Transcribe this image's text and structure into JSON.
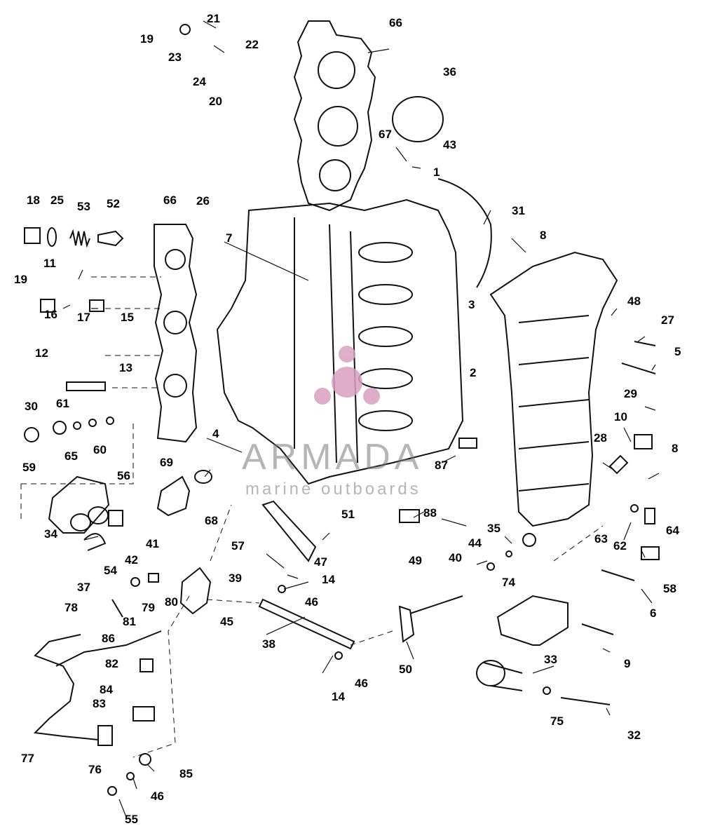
{
  "watermark": {
    "brand": "ARMADA",
    "tagline": "marine outboards",
    "logo_color": "#d9a0c0"
  },
  "callouts": [
    {
      "id": "66a",
      "text": "66"
    },
    {
      "id": "21",
      "text": "21"
    },
    {
      "id": "19a",
      "text": "19"
    },
    {
      "id": "22",
      "text": "22"
    },
    {
      "id": "23",
      "text": "23"
    },
    {
      "id": "24",
      "text": "24"
    },
    {
      "id": "20",
      "text": "20"
    },
    {
      "id": "36",
      "text": "36"
    },
    {
      "id": "67",
      "text": "67"
    },
    {
      "id": "43",
      "text": "43"
    },
    {
      "id": "1",
      "text": "1"
    },
    {
      "id": "18",
      "text": "18"
    },
    {
      "id": "25",
      "text": "25"
    },
    {
      "id": "53",
      "text": "53"
    },
    {
      "id": "52",
      "text": "52"
    },
    {
      "id": "66b",
      "text": "66"
    },
    {
      "id": "26",
      "text": "26"
    },
    {
      "id": "31",
      "text": "31"
    },
    {
      "id": "7",
      "text": "7"
    },
    {
      "id": "8a",
      "text": "8"
    },
    {
      "id": "11",
      "text": "11"
    },
    {
      "id": "19b",
      "text": "19"
    },
    {
      "id": "16",
      "text": "16"
    },
    {
      "id": "17",
      "text": "17"
    },
    {
      "id": "15",
      "text": "15"
    },
    {
      "id": "3",
      "text": "3"
    },
    {
      "id": "48",
      "text": "48"
    },
    {
      "id": "27",
      "text": "27"
    },
    {
      "id": "12",
      "text": "12"
    },
    {
      "id": "2",
      "text": "2"
    },
    {
      "id": "5",
      "text": "5"
    },
    {
      "id": "13",
      "text": "13"
    },
    {
      "id": "30",
      "text": "30"
    },
    {
      "id": "61",
      "text": "61"
    },
    {
      "id": "29",
      "text": "29"
    },
    {
      "id": "10",
      "text": "10"
    },
    {
      "id": "59",
      "text": "59"
    },
    {
      "id": "65",
      "text": "65"
    },
    {
      "id": "60",
      "text": "60"
    },
    {
      "id": "4",
      "text": "4"
    },
    {
      "id": "28",
      "text": "28"
    },
    {
      "id": "8b",
      "text": "8"
    },
    {
      "id": "69",
      "text": "69"
    },
    {
      "id": "87",
      "text": "87"
    },
    {
      "id": "56",
      "text": "56"
    },
    {
      "id": "68",
      "text": "68"
    },
    {
      "id": "88",
      "text": "88"
    },
    {
      "id": "41",
      "text": "41"
    },
    {
      "id": "51",
      "text": "51"
    },
    {
      "id": "35",
      "text": "35"
    },
    {
      "id": "63",
      "text": "63"
    },
    {
      "id": "62",
      "text": "62"
    },
    {
      "id": "64",
      "text": "64"
    },
    {
      "id": "34",
      "text": "34"
    },
    {
      "id": "57",
      "text": "57"
    },
    {
      "id": "44",
      "text": "44"
    },
    {
      "id": "42",
      "text": "42"
    },
    {
      "id": "47",
      "text": "47"
    },
    {
      "id": "49",
      "text": "49"
    },
    {
      "id": "40",
      "text": "40"
    },
    {
      "id": "54",
      "text": "54"
    },
    {
      "id": "39",
      "text": "39"
    },
    {
      "id": "14a",
      "text": "14"
    },
    {
      "id": "58",
      "text": "58"
    },
    {
      "id": "37",
      "text": "37"
    },
    {
      "id": "80",
      "text": "80"
    },
    {
      "id": "74",
      "text": "74"
    },
    {
      "id": "6",
      "text": "6"
    },
    {
      "id": "78",
      "text": "78"
    },
    {
      "id": "79",
      "text": "79"
    },
    {
      "id": "46a",
      "text": "46"
    },
    {
      "id": "81",
      "text": "81"
    },
    {
      "id": "45",
      "text": "45"
    },
    {
      "id": "86",
      "text": "86"
    },
    {
      "id": "38",
      "text": "38"
    },
    {
      "id": "9",
      "text": "9"
    },
    {
      "id": "82",
      "text": "82"
    },
    {
      "id": "33",
      "text": "33"
    },
    {
      "id": "50",
      "text": "50"
    },
    {
      "id": "46b",
      "text": "46"
    },
    {
      "id": "84",
      "text": "84"
    },
    {
      "id": "14b",
      "text": "14"
    },
    {
      "id": "75",
      "text": "75"
    },
    {
      "id": "83",
      "text": "83"
    },
    {
      "id": "32",
      "text": "32"
    },
    {
      "id": "77",
      "text": "77"
    },
    {
      "id": "76",
      "text": "76"
    },
    {
      "id": "85",
      "text": "85"
    },
    {
      "id": "46c",
      "text": "46"
    },
    {
      "id": "55",
      "text": "55"
    }
  ]
}
